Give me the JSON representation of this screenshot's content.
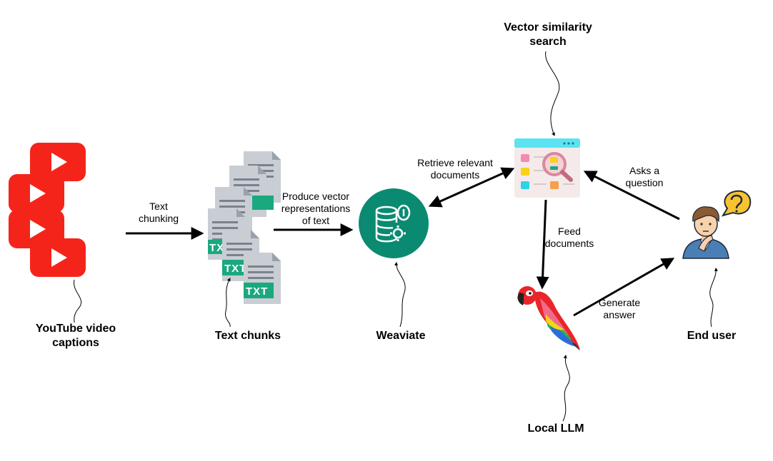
{
  "nodes": {
    "youtube": {
      "label_line1": "YouTube video",
      "label_line2": "captions"
    },
    "chunks": {
      "label": "Text chunks",
      "file_tag": "TXT"
    },
    "weaviate": {
      "label": "Weaviate"
    },
    "search": {
      "label_line1": "Vector similarity",
      "label_line2": "search"
    },
    "llm": {
      "label": "Local LLM"
    },
    "user": {
      "label": "End user"
    }
  },
  "edges": {
    "chunking": {
      "line1": "Text",
      "line2": "chunking"
    },
    "vectors": {
      "line1": "Produce vector",
      "line2": "representations",
      "line3": "of text"
    },
    "retrieve": {
      "line1": "Retrieve relevant",
      "line2": "documents"
    },
    "feed": {
      "line1": "Feed",
      "line2": "documents"
    },
    "generate": {
      "line1": "Generate",
      "line2": "answer"
    },
    "asks": {
      "line1": "Asks a",
      "line2": "question"
    }
  },
  "colors": {
    "youtube_red": "#f5241a",
    "weaviate_teal": "#0b8a72",
    "txt_green": "#1aa87f",
    "doc_gray": "#c9cdd4",
    "panel_cyan": "#5be3f2"
  },
  "icons": [
    "youtube-play-icon",
    "txt-file-icon",
    "database-gear-icon",
    "magnifier-dashboard-icon",
    "parrot-icon",
    "thinking-person-icon",
    "question-bubble-icon"
  ]
}
